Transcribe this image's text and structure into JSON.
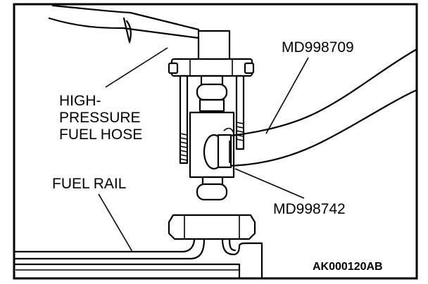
{
  "labels": {
    "tool_hose": "MD998709",
    "high_pressure_line1": "HIGH-",
    "high_pressure_line2": "PRESSURE",
    "high_pressure_line3": "FUEL HOSE",
    "fuel_rail": "FUEL RAIL",
    "adapter": "MD998742",
    "figure_code": "AK000120AB"
  },
  "colors": {
    "ink": "#000000",
    "paper": "#ffffff"
  }
}
